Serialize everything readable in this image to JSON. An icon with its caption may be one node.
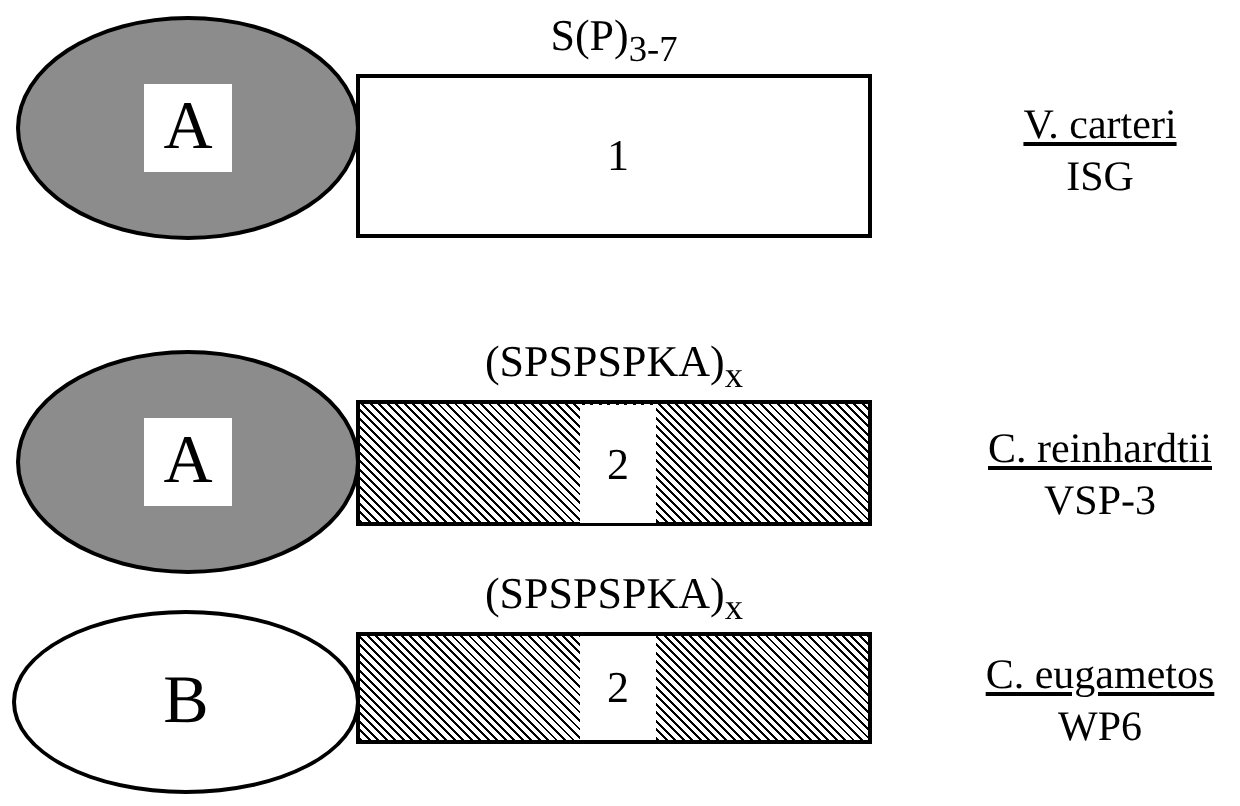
{
  "diagram": {
    "nodes": [
      {
        "text": [
          "A"
        ]
      },
      {
        "text": [
          "S(P)$_{3-7}$",
          "1"
        ]
      },
      {
        "text": [
          "A"
        ]
      },
      {
        "text": [
          "(SPSPSPKA)$_{x}$",
          "2"
        ]
      },
      {
        "text": [
          "B"
        ]
      },
      {
        "text": [
          "(SPSPSPKA)$_{x}$",
          "2"
        ]
      }
    ],
    "edges": [],
    "labels": [
      "V. carteri",
      "ISG",
      "C. reinhardtii",
      "VSP-3",
      "C. eugametos",
      "WP6"
    ]
  }
}
